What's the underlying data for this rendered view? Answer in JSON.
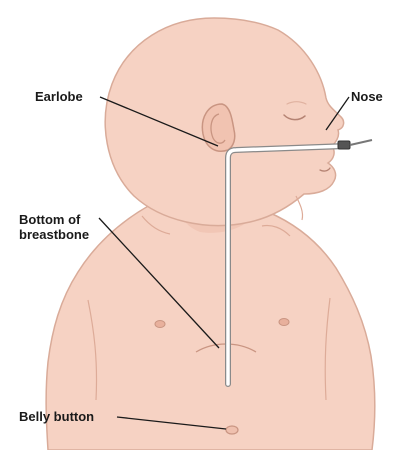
{
  "labels": {
    "earlobe": "Earlobe",
    "nose": "Nose",
    "breastbone_line1": "Bottom of",
    "breastbone_line2": "breastbone",
    "belly_button": "Belly button"
  },
  "colors": {
    "skin": "#f6d2c3",
    "skin_outline": "#d9ab99",
    "skin_shadow": "#ecbcaa",
    "tube": "#ffffff",
    "tube_outline": "#8a8a8a",
    "leader_line": "#1a1a1a"
  }
}
